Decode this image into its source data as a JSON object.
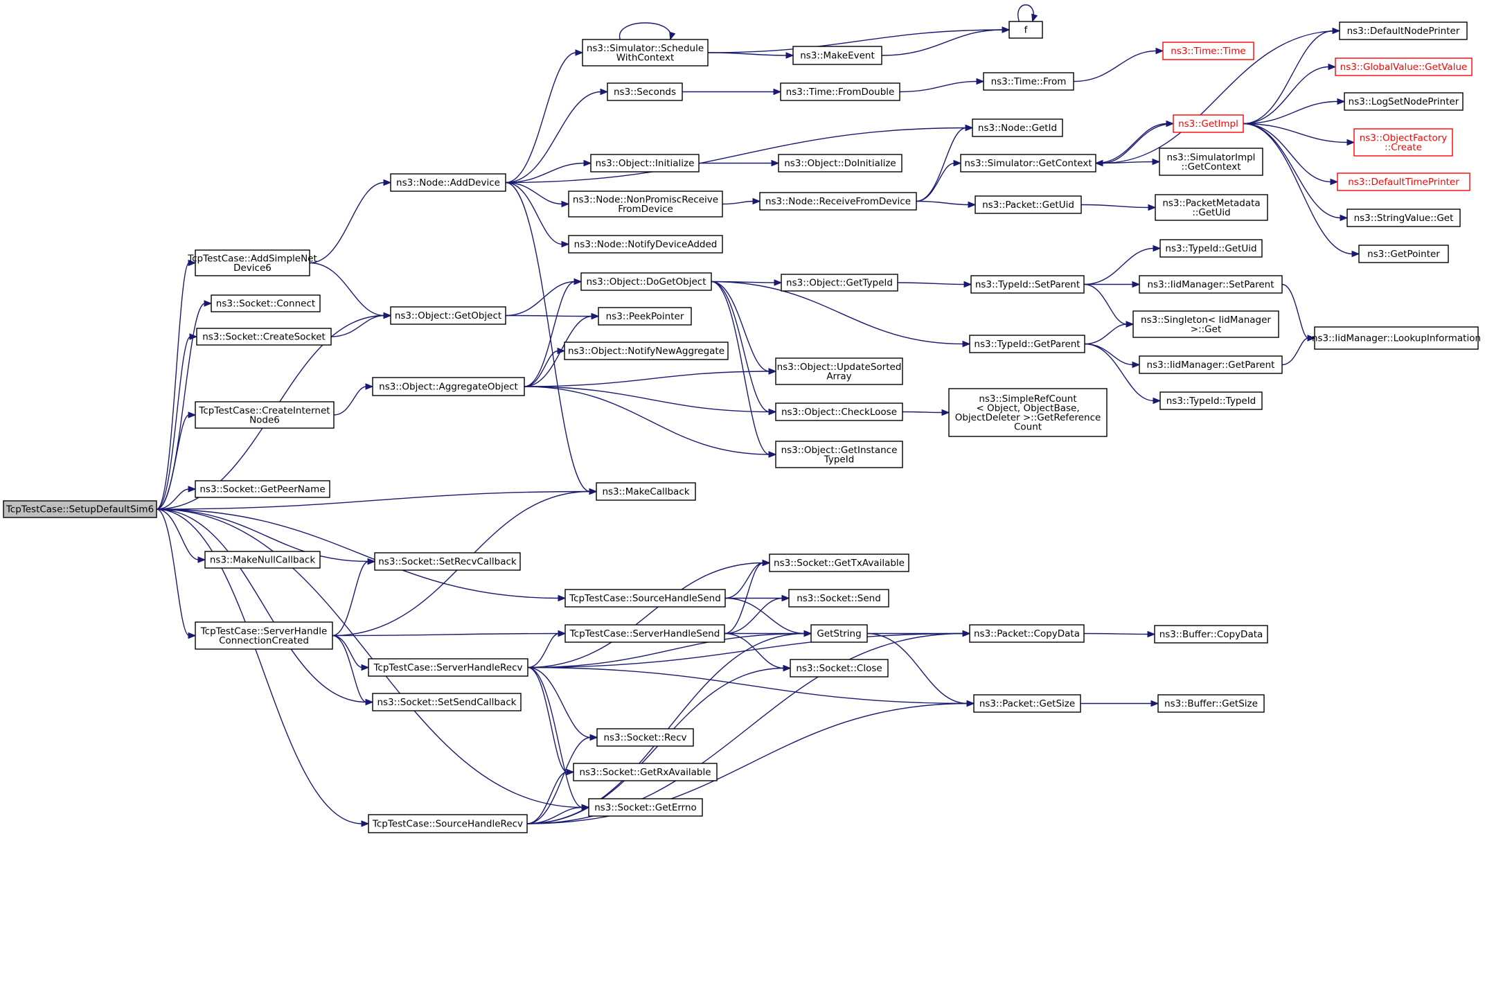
{
  "graph": {
    "title": "",
    "accent_color": "#191970",
    "root_fill": "#bfbfbf",
    "truncated_color": "#ff0000",
    "nodes": [
      {
        "id": "root",
        "lines": [
          "TcpTestCase::SetupDefaultSim6"
        ],
        "style": "root"
      },
      {
        "id": "addsimplenet",
        "lines": [
          "TcpTestCase::AddSimpleNet",
          "Device6"
        ]
      },
      {
        "id": "socketconnect",
        "lines": [
          "ns3::Socket::Connect"
        ]
      },
      {
        "id": "createsocket",
        "lines": [
          "ns3::Socket::CreateSocket"
        ]
      },
      {
        "id": "createinternet",
        "lines": [
          "TcpTestCase::CreateInternet",
          "Node6"
        ]
      },
      {
        "id": "getpeername",
        "lines": [
          "ns3::Socket::GetPeerName"
        ]
      },
      {
        "id": "makenullcb",
        "lines": [
          "ns3::MakeNullCallback"
        ]
      },
      {
        "id": "serverconn",
        "lines": [
          "TcpTestCase::ServerHandle",
          "ConnectionCreated"
        ]
      },
      {
        "id": "nodeadddevice",
        "lines": [
          "ns3::Node::AddDevice"
        ]
      },
      {
        "id": "objgetobject",
        "lines": [
          "ns3::Object::GetObject"
        ]
      },
      {
        "id": "aggregate",
        "lines": [
          "ns3::Object::AggregateObject"
        ]
      },
      {
        "id": "setrecvcb",
        "lines": [
          "ns3::Socket::SetRecvCallback"
        ]
      },
      {
        "id": "serverrecv",
        "lines": [
          "TcpTestCase::ServerHandleRecv"
        ]
      },
      {
        "id": "setsendcb",
        "lines": [
          "ns3::Socket::SetSendCallback"
        ]
      },
      {
        "id": "sourcerecv",
        "lines": [
          "TcpTestCase::SourceHandleRecv"
        ]
      },
      {
        "id": "schedule",
        "lines": [
          "ns3::Simulator::Schedule",
          "WithContext"
        ]
      },
      {
        "id": "seconds",
        "lines": [
          "ns3::Seconds"
        ]
      },
      {
        "id": "objinit",
        "lines": [
          "ns3::Object::Initialize"
        ]
      },
      {
        "id": "nonpromisc",
        "lines": [
          "ns3::Node::NonPromiscReceive",
          "FromDevice"
        ]
      },
      {
        "id": "notifyadded",
        "lines": [
          "ns3::Node::NotifyDeviceAdded"
        ]
      },
      {
        "id": "dogetobject",
        "lines": [
          "ns3::Object::DoGetObject"
        ]
      },
      {
        "id": "peekpointer",
        "lines": [
          "ns3::PeekPointer"
        ]
      },
      {
        "id": "notifynewagg",
        "lines": [
          "ns3::Object::NotifyNewAggregate"
        ]
      },
      {
        "id": "makecallback",
        "lines": [
          "ns3::MakeCallback"
        ]
      },
      {
        "id": "sourcesend",
        "lines": [
          "TcpTestCase::SourceHandleSend"
        ]
      },
      {
        "id": "serversend",
        "lines": [
          "TcpTestCase::ServerHandleSend"
        ]
      },
      {
        "id": "recv",
        "lines": [
          "ns3::Socket::Recv"
        ]
      },
      {
        "id": "getrxavail",
        "lines": [
          "ns3::Socket::GetRxAvailable"
        ]
      },
      {
        "id": "geterrno",
        "lines": [
          "ns3::Socket::GetErrno"
        ]
      },
      {
        "id": "makeevent",
        "lines": [
          "ns3::MakeEvent"
        ]
      },
      {
        "id": "f",
        "lines": [
          "f"
        ]
      },
      {
        "id": "fromdouble",
        "lines": [
          "ns3::Time::FromDouble"
        ]
      },
      {
        "id": "doinit",
        "lines": [
          "ns3::Object::DoInitialize"
        ]
      },
      {
        "id": "recvfromdev",
        "lines": [
          "ns3::Node::ReceiveFromDevice"
        ]
      },
      {
        "id": "gettypeid",
        "lines": [
          "ns3::Object::GetTypeId"
        ]
      },
      {
        "id": "updatesorted",
        "lines": [
          "ns3::Object::UpdateSorted",
          "Array"
        ]
      },
      {
        "id": "checkloose",
        "lines": [
          "ns3::Object::CheckLoose"
        ]
      },
      {
        "id": "getinsttypeid",
        "lines": [
          "ns3::Object::GetInstance",
          "TypeId"
        ]
      },
      {
        "id": "gettxavail",
        "lines": [
          "ns3::Socket::GetTxAvailable"
        ]
      },
      {
        "id": "send",
        "lines": [
          "ns3::Socket::Send"
        ]
      },
      {
        "id": "getstring",
        "lines": [
          "GetString"
        ]
      },
      {
        "id": "close",
        "lines": [
          "ns3::Socket::Close"
        ]
      },
      {
        "id": "timefrom",
        "lines": [
          "ns3::Time::From"
        ]
      },
      {
        "id": "nodegetid",
        "lines": [
          "ns3::Node::GetId"
        ]
      },
      {
        "id": "simgetcontext",
        "lines": [
          "ns3::Simulator::GetContext"
        ]
      },
      {
        "id": "pktgetuid",
        "lines": [
          "ns3::Packet::GetUid"
        ]
      },
      {
        "id": "typeidsetparent",
        "lines": [
          "ns3::TypeId::SetParent"
        ]
      },
      {
        "id": "typeidgetparent",
        "lines": [
          "ns3::TypeId::GetParent"
        ]
      },
      {
        "id": "simplerefcount",
        "lines": [
          "ns3::SimpleRefCount",
          "< Object, ObjectBase,",
          "ObjectDeleter >::GetReference",
          "Count"
        ]
      },
      {
        "id": "copydata",
        "lines": [
          "ns3::Packet::CopyData"
        ]
      },
      {
        "id": "pktgetsize",
        "lines": [
          "ns3::Packet::GetSize"
        ]
      },
      {
        "id": "timetime",
        "lines": [
          "ns3::Time::Time"
        ],
        "style": "trunc"
      },
      {
        "id": "getimpl",
        "lines": [
          "ns3::GetImpl"
        ],
        "style": "trunc"
      },
      {
        "id": "simimplgetctx",
        "lines": [
          "ns3::SimulatorImpl",
          "::GetContext"
        ]
      },
      {
        "id": "pktmetagetuid",
        "lines": [
          "ns3::PacketMetadata",
          "::GetUid"
        ]
      },
      {
        "id": "typeidgetuid",
        "lines": [
          "ns3::TypeId::GetUid"
        ]
      },
      {
        "id": "iidsetparent",
        "lines": [
          "ns3::IidManager::SetParent"
        ]
      },
      {
        "id": "singletonget",
        "lines": [
          "ns3::Singleton< IidManager",
          ">::Get"
        ]
      },
      {
        "id": "iidgetparent",
        "lines": [
          "ns3::IidManager::GetParent"
        ]
      },
      {
        "id": "typeidtypeid",
        "lines": [
          "ns3::TypeId::TypeId"
        ]
      },
      {
        "id": "bufcopydata",
        "lines": [
          "ns3::Buffer::CopyData"
        ]
      },
      {
        "id": "bufgetsize",
        "lines": [
          "ns3::Buffer::GetSize"
        ]
      },
      {
        "id": "defnodeprinter",
        "lines": [
          "ns3::DefaultNodePrinter"
        ]
      },
      {
        "id": "globalvalue",
        "lines": [
          "ns3::GlobalValue::GetValue"
        ],
        "style": "trunc"
      },
      {
        "id": "logsetnodeprinter",
        "lines": [
          "ns3::LogSetNodePrinter"
        ]
      },
      {
        "id": "objfactory",
        "lines": [
          "ns3::ObjectFactory",
          "::Create"
        ],
        "style": "trunc"
      },
      {
        "id": "deftimeprinter",
        "lines": [
          "ns3::DefaultTimePrinter"
        ],
        "style": "trunc"
      },
      {
        "id": "stringvalueget",
        "lines": [
          "ns3::StringValue::Get"
        ]
      },
      {
        "id": "getpointer",
        "lines": [
          "ns3::GetPointer"
        ]
      },
      {
        "id": "lookupinfo",
        "lines": [
          "ns3::IidManager::LookupInformation"
        ]
      }
    ],
    "edges": [
      [
        "root",
        "addsimplenet"
      ],
      [
        "root",
        "socketconnect"
      ],
      [
        "root",
        "createsocket"
      ],
      [
        "root",
        "objgetobject"
      ],
      [
        "root",
        "createinternet"
      ],
      [
        "root",
        "makecallback"
      ],
      [
        "root",
        "getpeername"
      ],
      [
        "root",
        "sourcesend"
      ],
      [
        "root",
        "makenullcb"
      ],
      [
        "root",
        "setrecvcb"
      ],
      [
        "root",
        "serverconn"
      ],
      [
        "root",
        "setsendcb"
      ],
      [
        "root",
        "geterrno"
      ],
      [
        "root",
        "sourcerecv"
      ],
      [
        "addsimplenet",
        "nodeadddevice"
      ],
      [
        "addsimplenet",
        "objgetobject"
      ],
      [
        "createsocket",
        "objgetobject"
      ],
      [
        "createinternet",
        "aggregate"
      ],
      [
        "serverconn",
        "setrecvcb"
      ],
      [
        "serverconn",
        "makecallback"
      ],
      [
        "serverconn",
        "serversend"
      ],
      [
        "serverconn",
        "serverrecv"
      ],
      [
        "serverconn",
        "setsendcb"
      ],
      [
        "nodeadddevice",
        "schedule"
      ],
      [
        "nodeadddevice",
        "seconds"
      ],
      [
        "nodeadddevice",
        "nodegetid"
      ],
      [
        "nodeadddevice",
        "objinit"
      ],
      [
        "nodeadddevice",
        "nonpromisc"
      ],
      [
        "nodeadddevice",
        "notifyadded"
      ],
      [
        "nodeadddevice",
        "makecallback"
      ],
      [
        "objgetobject",
        "dogetobject"
      ],
      [
        "objgetobject",
        "peekpointer"
      ],
      [
        "aggregate",
        "dogetobject"
      ],
      [
        "aggregate",
        "peekpointer"
      ],
      [
        "aggregate",
        "notifynewagg"
      ],
      [
        "aggregate",
        "updatesorted"
      ],
      [
        "aggregate",
        "checkloose"
      ],
      [
        "aggregate",
        "getinsttypeid"
      ],
      [
        "serverrecv",
        "copydata"
      ],
      [
        "serverrecv",
        "gettxavail"
      ],
      [
        "serverrecv",
        "serversend"
      ],
      [
        "serverrecv",
        "getstring"
      ],
      [
        "serverrecv",
        "pktgetsize"
      ],
      [
        "serverrecv",
        "recv"
      ],
      [
        "serverrecv",
        "getrxavail"
      ],
      [
        "serverrecv",
        "geterrno"
      ],
      [
        "sourcerecv",
        "recv"
      ],
      [
        "sourcerecv",
        "getrxavail"
      ],
      [
        "sourcerecv",
        "geterrno"
      ],
      [
        "sourcerecv",
        "getstring"
      ],
      [
        "sourcerecv",
        "close"
      ],
      [
        "sourcerecv",
        "copydata"
      ],
      [
        "sourcerecv",
        "pktgetsize"
      ],
      [
        "schedule",
        "schedule"
      ],
      [
        "schedule",
        "f"
      ],
      [
        "schedule",
        "makeevent"
      ],
      [
        "seconds",
        "fromdouble"
      ],
      [
        "objinit",
        "doinit"
      ],
      [
        "nonpromisc",
        "recvfromdev"
      ],
      [
        "dogetobject",
        "gettypeid"
      ],
      [
        "dogetobject",
        "typeidgetparent"
      ],
      [
        "dogetobject",
        "updatesorted"
      ],
      [
        "dogetobject",
        "checkloose"
      ],
      [
        "dogetobject",
        "getinsttypeid"
      ],
      [
        "sourcesend",
        "gettxavail"
      ],
      [
        "sourcesend",
        "send"
      ],
      [
        "sourcesend",
        "getstring"
      ],
      [
        "serversend",
        "gettxavail"
      ],
      [
        "serversend",
        "send"
      ],
      [
        "serversend",
        "getstring"
      ],
      [
        "serversend",
        "close"
      ],
      [
        "makeevent",
        "f"
      ],
      [
        "f",
        "f"
      ],
      [
        "fromdouble",
        "timefrom"
      ],
      [
        "recvfromdev",
        "nodegetid"
      ],
      [
        "recvfromdev",
        "simgetcontext"
      ],
      [
        "recvfromdev",
        "pktgetuid"
      ],
      [
        "gettypeid",
        "typeidsetparent"
      ],
      [
        "checkloose",
        "simplerefcount"
      ],
      [
        "getstring",
        "copydata"
      ],
      [
        "getstring",
        "pktgetsize"
      ],
      [
        "timefrom",
        "timetime"
      ],
      [
        "simgetcontext",
        "getimpl"
      ],
      [
        "simgetcontext",
        "simimplgetctx"
      ],
      [
        "pktgetuid",
        "pktmetagetuid"
      ],
      [
        "typeidsetparent",
        "typeidgetuid"
      ],
      [
        "typeidsetparent",
        "iidsetparent"
      ],
      [
        "typeidsetparent",
        "singletonget"
      ],
      [
        "typeidgetparent",
        "singletonget"
      ],
      [
        "typeidgetparent",
        "iidgetparent"
      ],
      [
        "typeidgetparent",
        "typeidtypeid"
      ],
      [
        "copydata",
        "bufcopydata"
      ],
      [
        "pktgetsize",
        "bufgetsize"
      ],
      [
        "getimpl",
        "defnodeprinter"
      ],
      [
        "getimpl",
        "globalvalue"
      ],
      [
        "getimpl",
        "logsetnodeprinter"
      ],
      [
        "getimpl",
        "objfactory"
      ],
      [
        "getimpl",
        "deftimeprinter"
      ],
      [
        "getimpl",
        "stringvalueget"
      ],
      [
        "getimpl",
        "getpointer"
      ],
      [
        "getimpl",
        "simgetcontext"
      ],
      [
        "iidsetparent",
        "lookupinfo"
      ],
      [
        "iidgetparent",
        "lookupinfo"
      ],
      [
        "defnodeprinter",
        "simgetcontext"
      ]
    ]
  }
}
